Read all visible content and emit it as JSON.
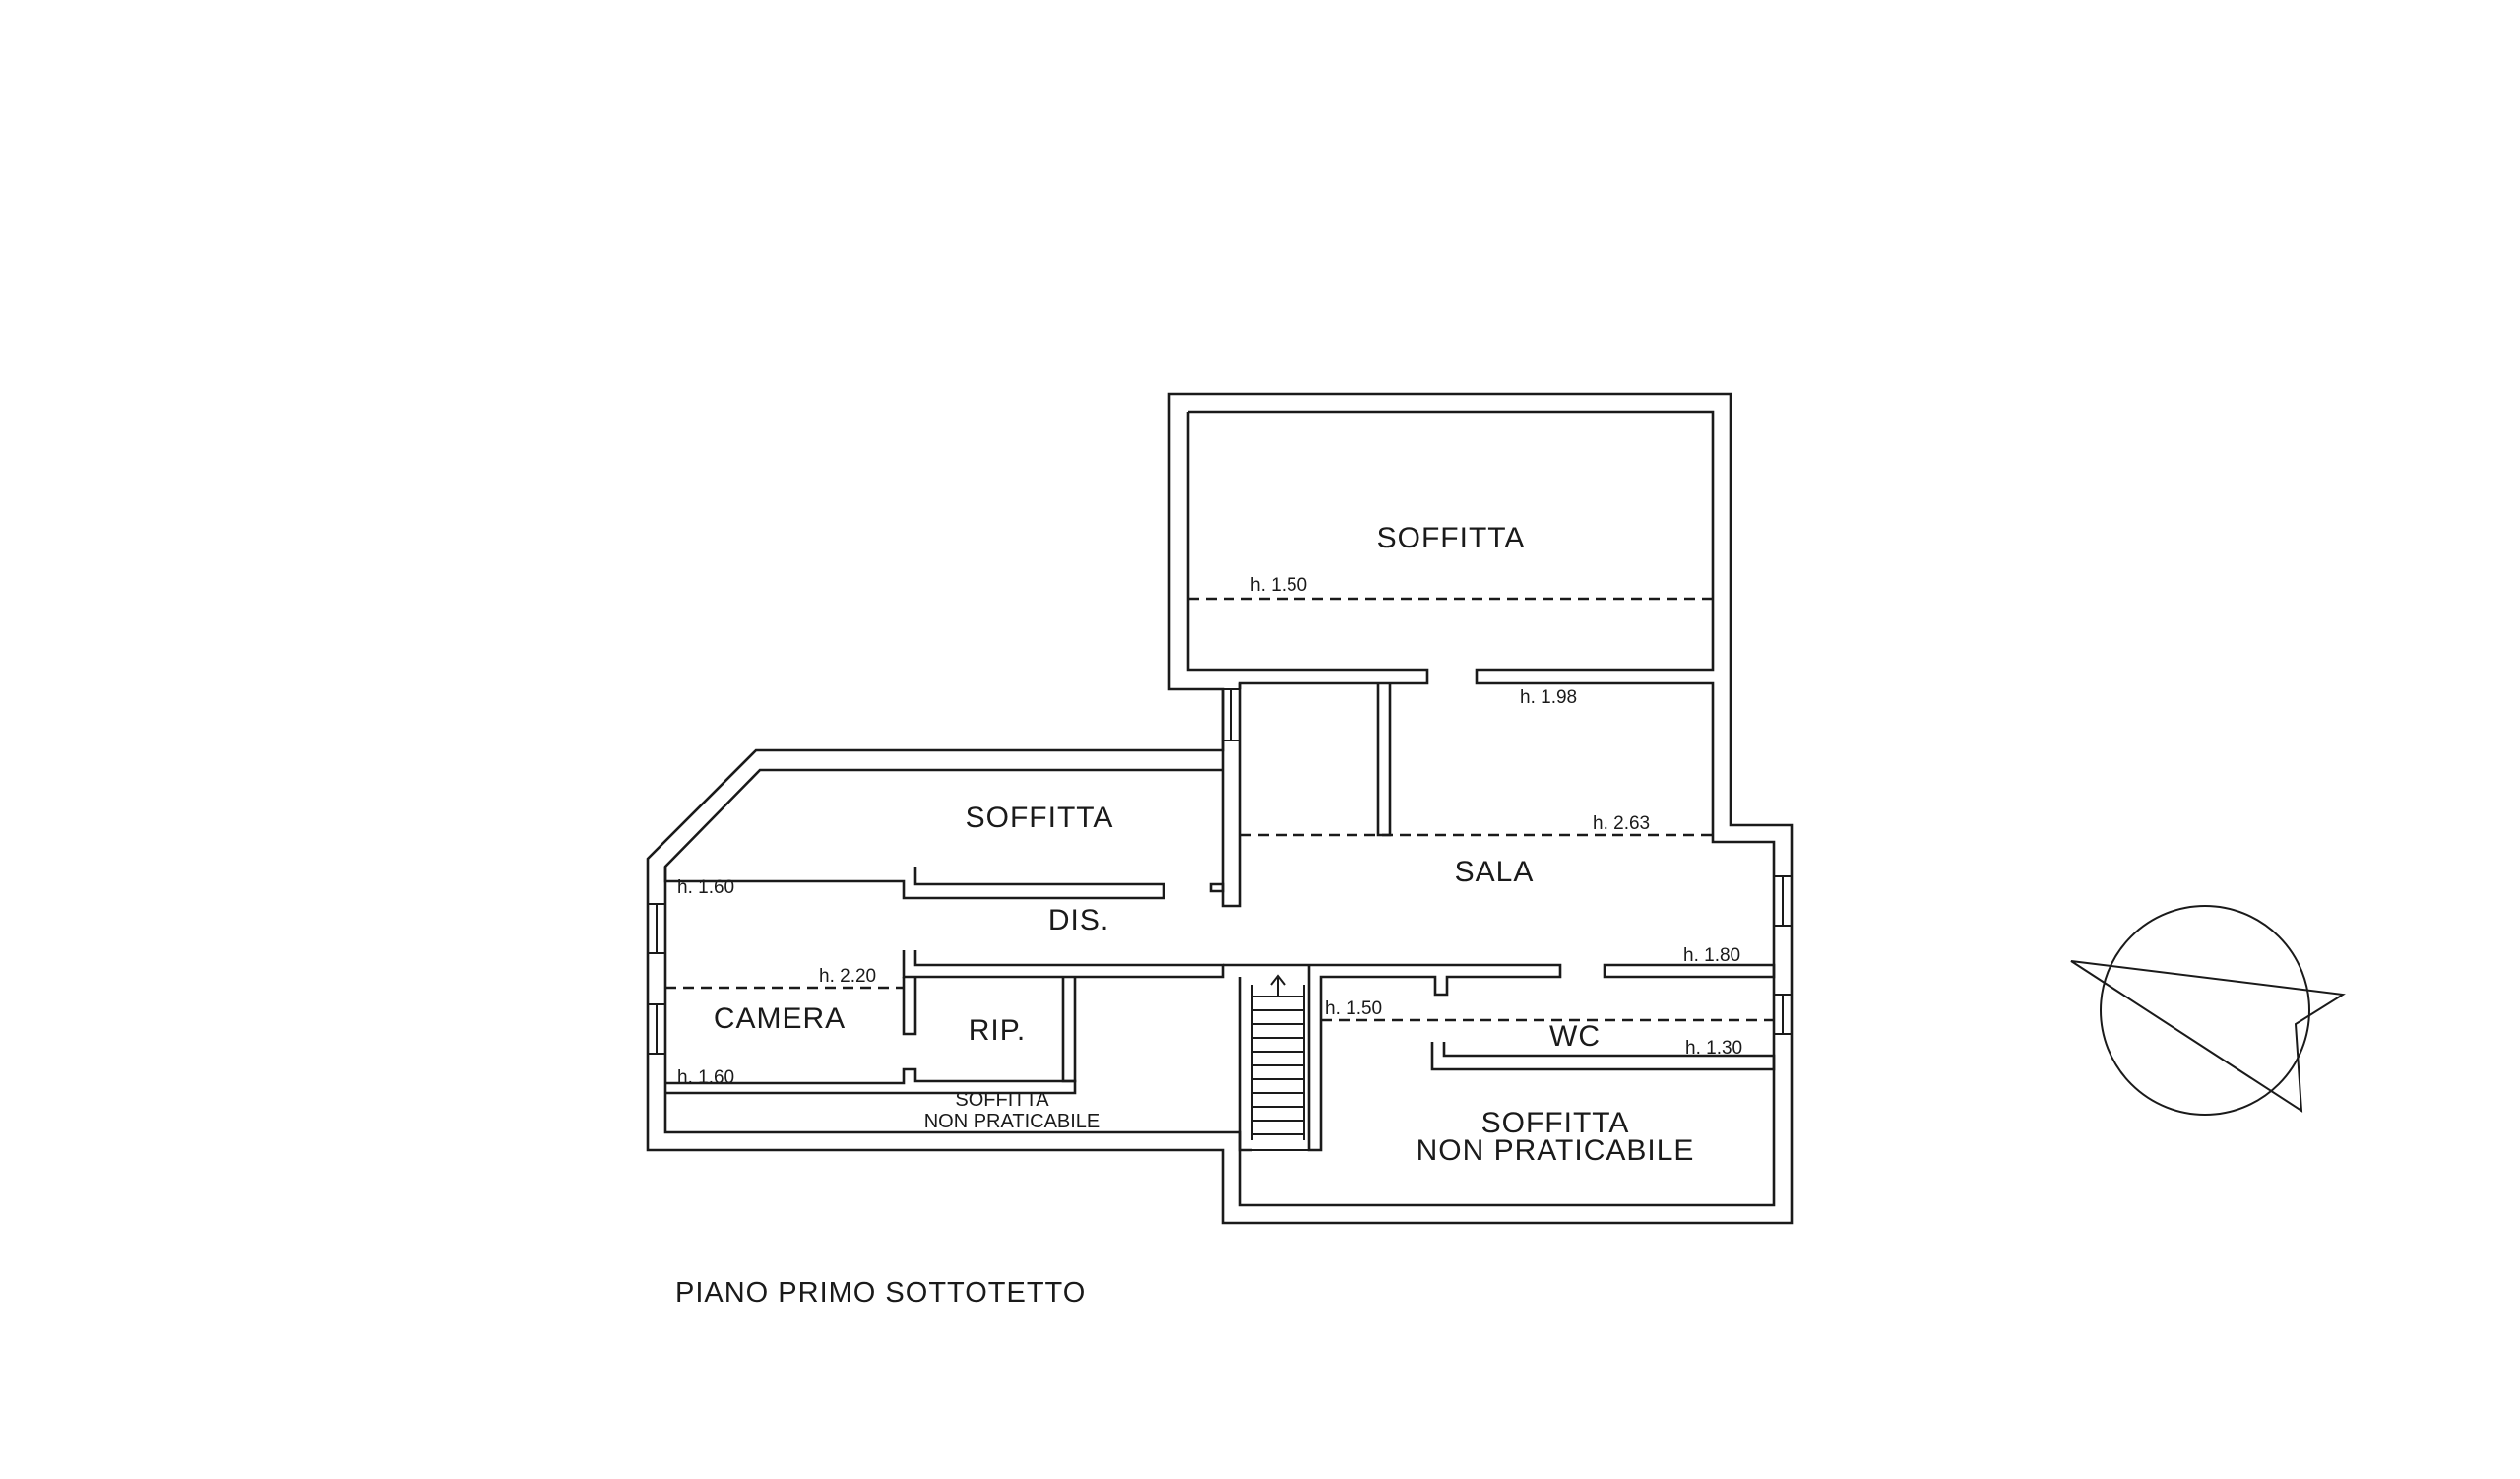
{
  "title": "PIANO PRIMO SOTTOTETTO",
  "rooms": {
    "soffitta_top": "SOFFITTA",
    "soffitta_left": "SOFFITTA",
    "sala": "SALA",
    "dis": "DIS.",
    "camera": "CAMERA",
    "rip": "RIP.",
    "wc": "WC",
    "soffitta_np_small_1": "SOFFITTA",
    "soffitta_np_small_2": "NON PRATICABILE",
    "soffitta_np_big_1": "SOFFITTA",
    "soffitta_np_big_2": "NON PRATICABILE"
  },
  "heights": {
    "h_top_150": "h. 1.50",
    "h_198": "h. 1.98",
    "h_263": "h. 2.63",
    "h_left_160_top": "h. 1.60",
    "h_220": "h. 2.20",
    "h_left_160_bottom": "h. 1.60",
    "h_180": "h. 1.80",
    "h_stair_150": "h. 1.50",
    "h_130": "h. 1.30"
  },
  "colors": {
    "line": "#1a1a1a",
    "background": "#ffffff"
  },
  "icons": {
    "compass": "north-arrow-icon",
    "stair": "staircase-icon"
  }
}
